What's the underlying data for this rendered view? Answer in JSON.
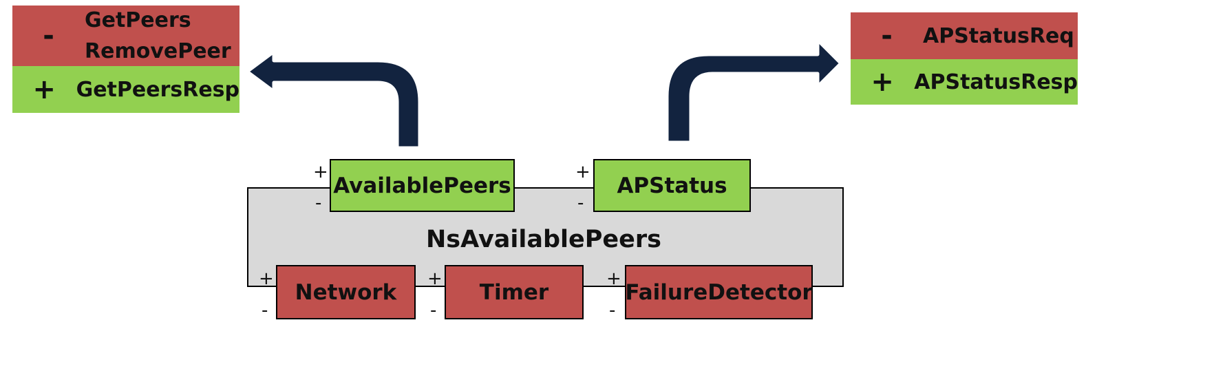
{
  "left_messages": {
    "negative": {
      "sign": "-",
      "lines": [
        "GetPeers",
        "RemovePeer"
      ]
    },
    "positive": {
      "sign": "+",
      "lines": [
        "GetPeersResp"
      ]
    }
  },
  "right_messages": {
    "negative": {
      "sign": "-",
      "lines": [
        "APStatusReq"
      ]
    },
    "positive": {
      "sign": "+",
      "lines": [
        "APStatusResp"
      ]
    }
  },
  "component": {
    "name": "NsAvailablePeers",
    "provided_ports": [
      {
        "label": "AvailablePeers",
        "plus": "+",
        "minus": "-"
      },
      {
        "label": "APStatus",
        "plus": "+",
        "minus": "-"
      }
    ],
    "required_ports": [
      {
        "label": "Network",
        "plus": "+",
        "minus": "-"
      },
      {
        "label": "Timer",
        "plus": "+",
        "minus": "-"
      },
      {
        "label": "FailureDetector",
        "plus": "+",
        "minus": "-"
      }
    ]
  },
  "colors": {
    "positive": "#92d050",
    "negative": "#c0504d",
    "component_fill": "#d9d9d9",
    "arrow": "#12233f"
  },
  "icons": {
    "left_arrow": "curved-arrow-left-icon",
    "right_arrow": "curved-arrow-right-icon"
  }
}
